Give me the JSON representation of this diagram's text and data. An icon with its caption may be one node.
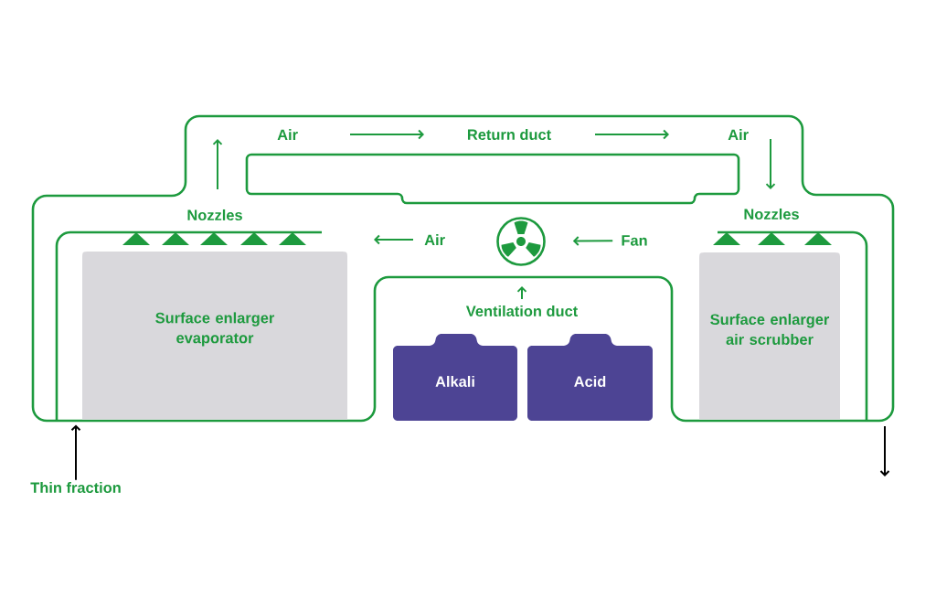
{
  "diagram": {
    "nodes": [
      {
        "text": [
          "Surface enlarger evaporator"
        ]
      },
      {
        "text": [],
        "shape": "fan"
      },
      {
        "text": [
          "Fan"
        ]
      },
      {
        "text": [
          "Ventilation duct"
        ]
      },
      {
        "text": [
          "Alkali"
        ],
        "in": 3
      },
      {
        "text": [
          "Acid"
        ],
        "in": 3
      },
      {
        "text": [
          "Surface enlarger air scrubber"
        ]
      },
      {
        "text": [
          "Thin fraction"
        ]
      }
    ],
    "edges": [
      {
        "from": 2,
        "to": 1,
        "arrow": "to"
      },
      {
        "from": 7,
        "to": 0,
        "arrow": "to",
        "color": "#000000"
      }
    ],
    "labels": [
      "Air",
      "Return duct",
      "Air",
      "Nozzles",
      "Nozzles",
      "Air"
    ]
  }
}
